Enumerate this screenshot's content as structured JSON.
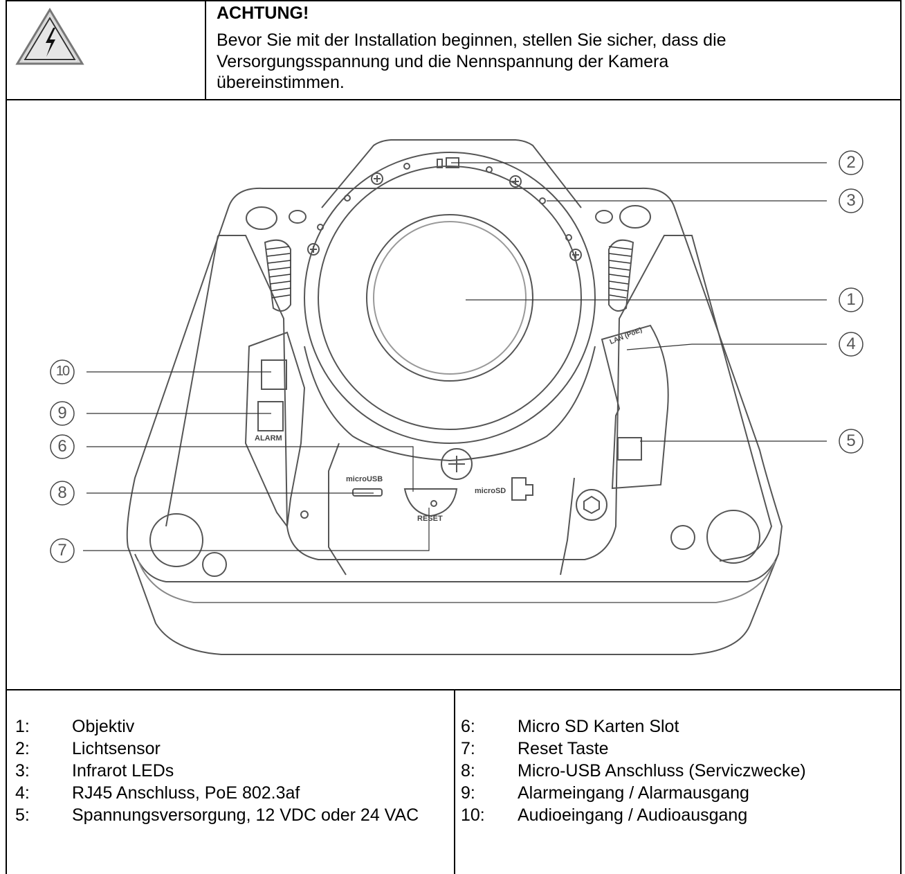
{
  "warning": {
    "icon": "high-voltage-warning-icon",
    "title": "ACHTUNG!",
    "text_lines": [
      "Bevor Sie mit der Installation beginnen, stellen Sie sicher, dass die",
      "Versorgungsspannung und die Nennspannung der Kamera",
      "übereinstimmen."
    ]
  },
  "diagram": {
    "labels": {
      "lan": "LAN (PoE)",
      "alarm": "ALARM",
      "microusb": "microUSB",
      "reset": "RESET",
      "microsd": "microSD"
    },
    "callouts": [
      "1",
      "2",
      "3",
      "4",
      "5",
      "6",
      "7",
      "8",
      "9",
      "10"
    ]
  },
  "legend_left": [
    {
      "num": "1:",
      "text": "Objektiv"
    },
    {
      "num": "2:",
      "text": "Lichtsensor"
    },
    {
      "num": "3:",
      "text": "Infrarot LEDs"
    },
    {
      "num": "4:",
      "text": "RJ45 Anschluss, PoE 802.3af"
    },
    {
      "num": "5:",
      "text": "Spannungsversorgung, 12 VDC oder 24 VAC"
    }
  ],
  "legend_right": [
    {
      "num": "6:",
      "text": "Micro SD Karten Slot"
    },
    {
      "num": "7:",
      "text": "Reset Taste"
    },
    {
      "num": "8:",
      "text": "Micro-USB Anschluss (Serviczwecke)"
    },
    {
      "num": "9:",
      "text": "Alarmeingang / Alarmausgang"
    },
    {
      "num": "10:",
      "text": "Audioeingang / Audioausgang"
    }
  ]
}
